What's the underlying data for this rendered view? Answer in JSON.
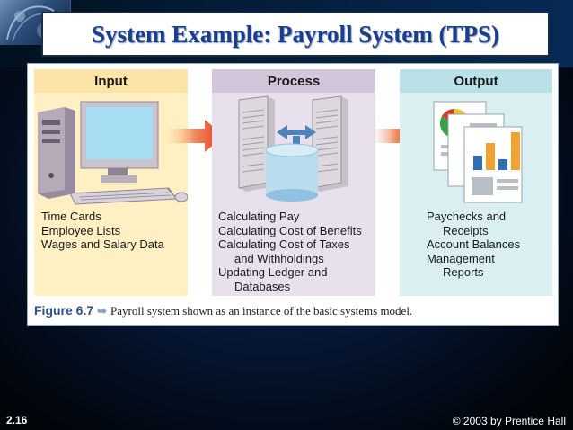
{
  "slide": {
    "title": "System Example: Payroll System (TPS)",
    "number": "2.16",
    "copyright": "© 2003 by Prentice Hall"
  },
  "figure": {
    "columns": [
      {
        "header": "Input",
        "items": [
          "Time Cards",
          "Employee Lists",
          "Wages and Salary Data"
        ],
        "illustration": "desktop-computer-icon"
      },
      {
        "header": "Process",
        "items": [
          "Calculating Pay",
          "Calculating Cost of Benefits",
          "Calculating Cost of Taxes",
          "and Withholdings",
          "Updating Ledger and",
          "Databases"
        ],
        "illustration": "servers-database-icon"
      },
      {
        "header": "Output",
        "items": [
          "Paychecks and",
          "Receipts",
          "Account Balances",
          "Management",
          "Reports"
        ],
        "illustration": "reports-icon"
      }
    ],
    "caption": {
      "label": "Figure 6.7",
      "text": "Payroll system shown as an instance of the basic systems model."
    }
  },
  "colors": {
    "title": "#1a3f8f",
    "arrow": "#e8452c",
    "input_bg": "#fef0c2",
    "process_bg": "#e8e0ec",
    "output_bg": "#daeff2"
  }
}
